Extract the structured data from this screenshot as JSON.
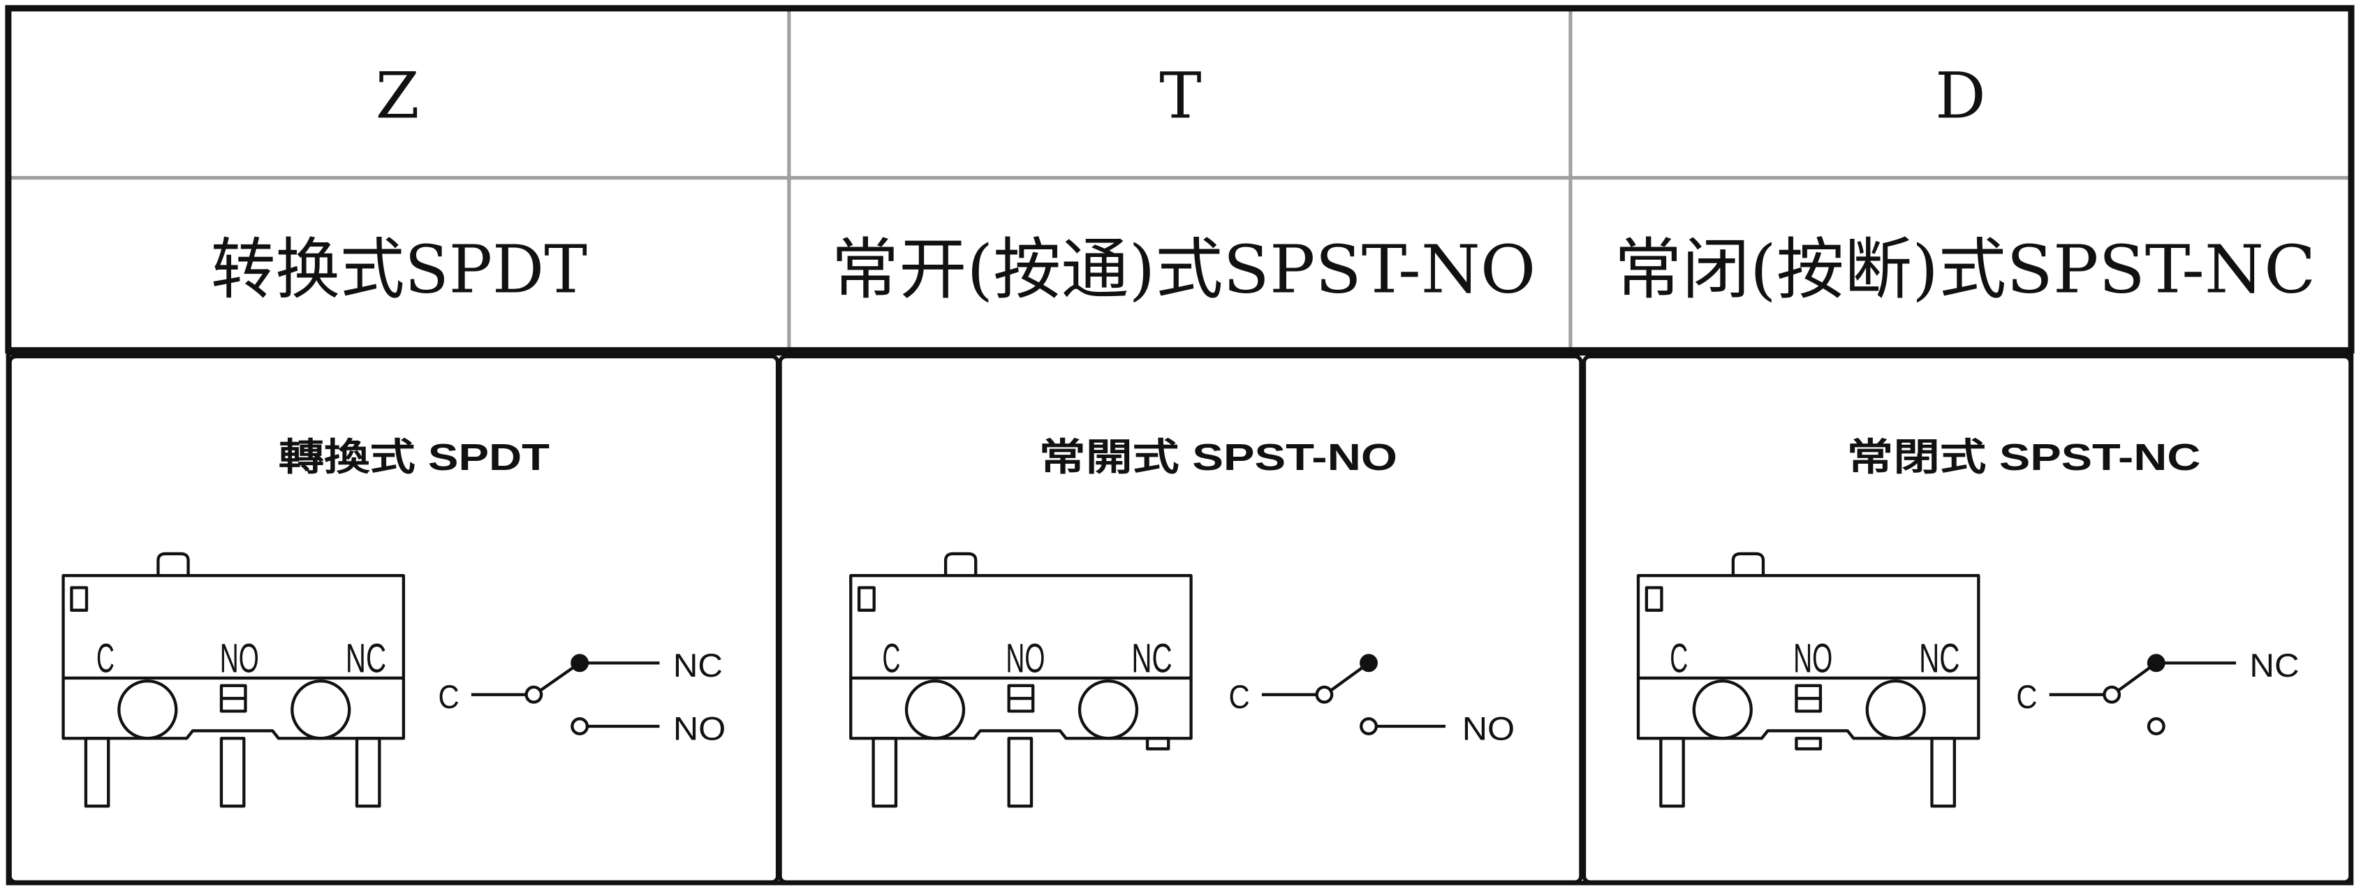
{
  "table": {
    "codes": [
      "Z",
      "T",
      "D"
    ],
    "types": [
      "转换式SPDT",
      "常开(按通)式SPST-NO",
      "常闭(按断)式SPST-NC"
    ]
  },
  "panels": [
    {
      "title": "轉換式 SPDT",
      "pins": [
        "C",
        "NO",
        "NC"
      ],
      "schematic": {
        "common": "C",
        "nc": "NC",
        "no": "NO"
      }
    },
    {
      "title": "常開式 SPST-NO",
      "pins": [
        "C",
        "NO",
        "NC"
      ],
      "schematic": {
        "common": "C",
        "no": "NO"
      }
    },
    {
      "title": "常閉式 SPST-NC",
      "pins": [
        "C",
        "NO",
        "NC"
      ],
      "schematic": {
        "common": "C",
        "nc": "NC"
      }
    }
  ],
  "colors": {
    "line": "#111111",
    "divider": "#a0a0a0",
    "background": "#ffffff"
  }
}
